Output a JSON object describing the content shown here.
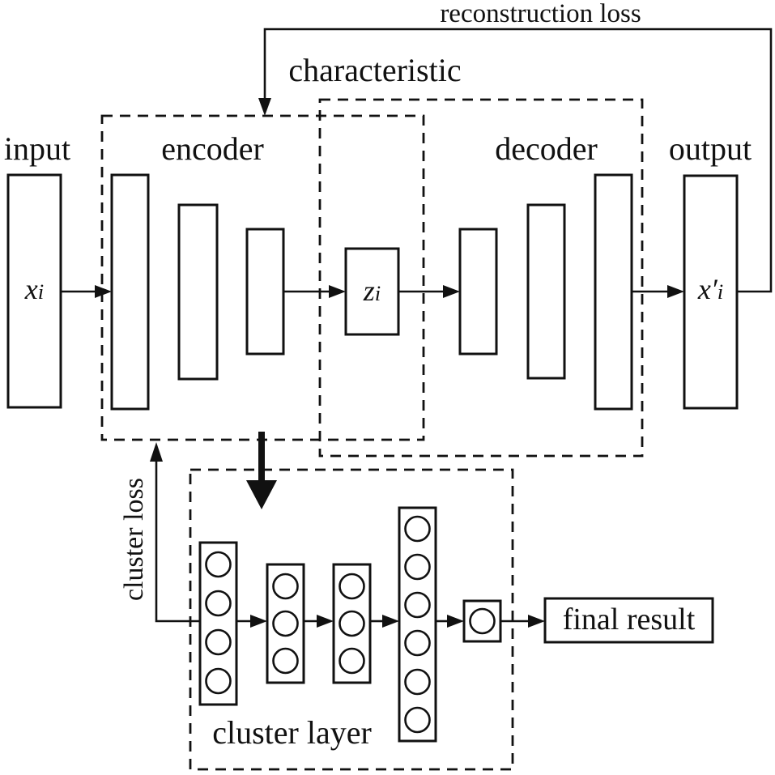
{
  "figure": {
    "kind": "autoencoder-deep-clustering-diagram",
    "background_color": "#ffffff",
    "line_color": "#111111",
    "text_color": "#111111"
  },
  "labels": {
    "reconstruction_loss": "reconstruction loss",
    "characteristic": "characteristic",
    "input": "input",
    "encoder": "encoder",
    "decoder": "decoder",
    "output": "output",
    "cluster_loss": "cluster loss",
    "cluster_layer": "cluster layer",
    "final_result": "final result",
    "xi": {
      "base": "x",
      "sub": "i"
    },
    "zi": {
      "base": "z",
      "sub": "i"
    },
    "x_prime_i": {
      "base": "x′",
      "sub": "i"
    }
  },
  "structure": {
    "encoder_layer_count": 3,
    "decoder_layer_count": 3,
    "latent_node": "zi",
    "cluster_layer_columns": [
      4,
      3,
      3,
      6,
      1
    ],
    "feedback_arrows": [
      "reconstruction loss",
      "cluster loss"
    ]
  }
}
